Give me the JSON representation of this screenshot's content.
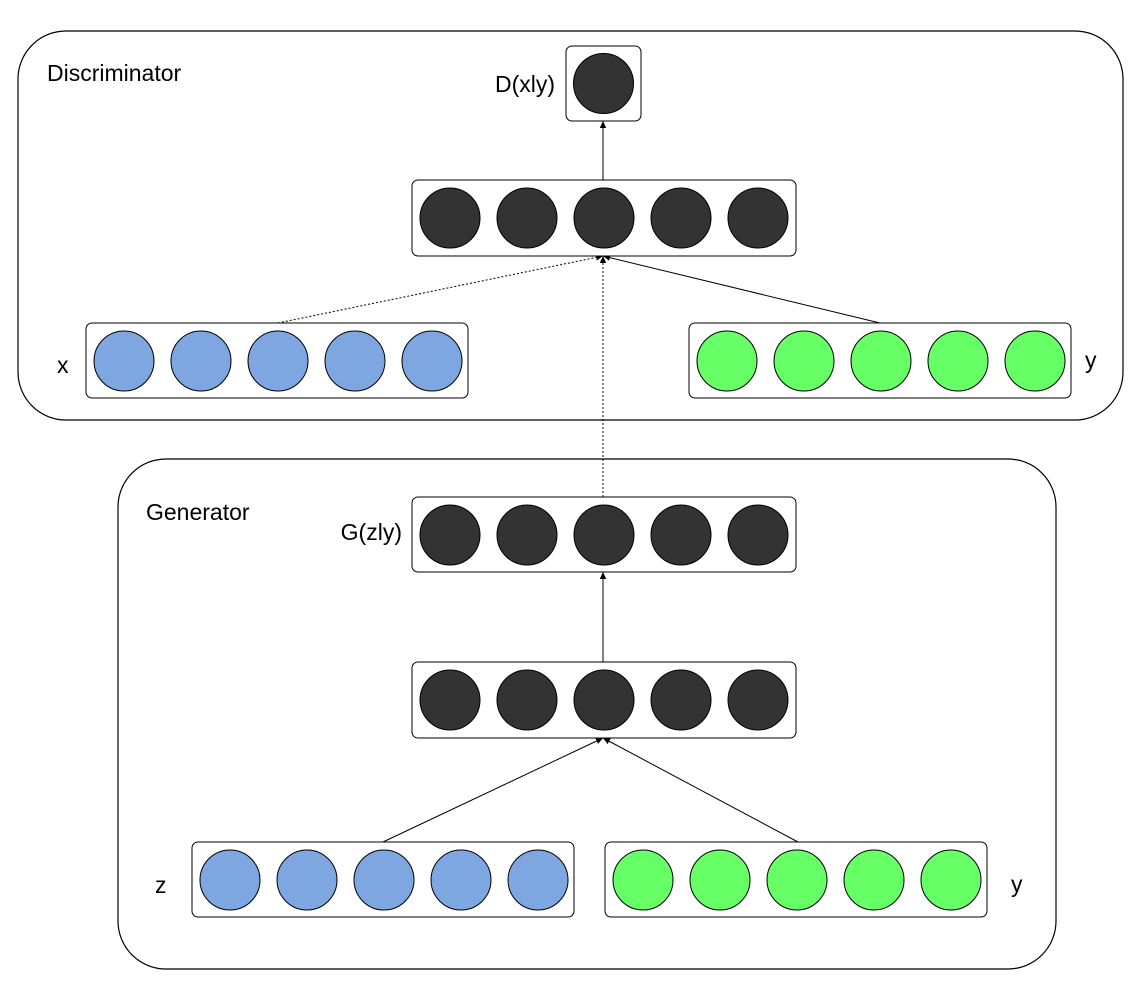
{
  "diagram": {
    "discriminator": {
      "title": "Discriminator",
      "output_label": "D(xly)",
      "input_x_label": "x",
      "input_y_label": "y"
    },
    "generator": {
      "title": "Generator",
      "output_label": "G(zly)",
      "input_z_label": "z",
      "input_y_label": "y"
    },
    "colors": {
      "noise_or_data_unit": "#7ea6e0",
      "condition_unit": "#66ff66",
      "hidden_unit": "#333333"
    },
    "edges": [
      {
        "from": "discriminator.x",
        "to": "discriminator.hidden",
        "style": "dotted"
      },
      {
        "from": "discriminator.y",
        "to": "discriminator.hidden",
        "style": "solid"
      },
      {
        "from": "generator.output",
        "to": "discriminator.hidden",
        "style": "dotted"
      },
      {
        "from": "discriminator.hidden",
        "to": "discriminator.output",
        "style": "solid"
      },
      {
        "from": "generator.z",
        "to": "generator.hidden",
        "style": "solid"
      },
      {
        "from": "generator.y",
        "to": "generator.hidden",
        "style": "solid"
      },
      {
        "from": "generator.hidden",
        "to": "generator.output",
        "style": "solid"
      }
    ]
  }
}
